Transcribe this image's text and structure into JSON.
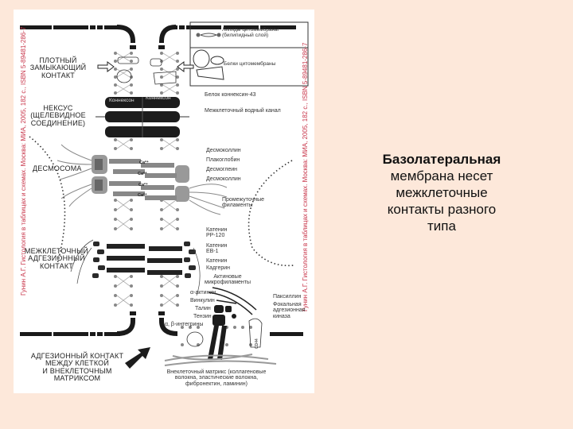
{
  "slide": {
    "background": "#fde8da",
    "caption": {
      "title": "Базолатеральная",
      "lines": [
        "мембрана несет",
        "межклеточные",
        "контакты разного",
        "типа"
      ]
    }
  },
  "figure": {
    "citation_left": "Гунин А.Г. Гистология в таблицах и схемах. Москва: МИА, 2005, 182 с., ISBN 5-89481-286-7",
    "citation_right": "Гунин А.Г. Гистология в таблицах и схемах. Москва: МИА, 2005, 182 с., ISBN 5-89481-286-7",
    "legend": {
      "lipids": "Липиды цитомембраны (билипидный слой)",
      "proteins": "Белки цитомембраны"
    },
    "junctions": {
      "tight": [
        "ПЛОТНЫЙ",
        "ЗАМЫКАЮЩИЙ",
        "КОНТАКТ"
      ],
      "nexus": [
        "НЕКСУС",
        "(ЩЕЛЕВИДНОЕ",
        "СОЕДИНЕНИЕ)"
      ],
      "desmosome": "ДЕСМОСОМА",
      "adhesion": [
        "МЕЖКЛЕТОЧНЫЙ",
        "АДГЕЗИОННЫЙ",
        "КОНТАКТ"
      ],
      "matrix_adhesion": [
        "АДГЕЗИОННЫЙ КОНТАКТ",
        "МЕЖДУ КЛЕТКОЙ",
        "И ВНЕКЛЕТОЧНЫМ",
        "МАТРИКСОМ"
      ]
    },
    "connexon_labels": [
      "Коннексон",
      "Коннексон"
    ],
    "calcium_label": "Ca²⁺",
    "right_labels": {
      "connexin": "Белок коннексин-43",
      "channel": "Межклеточный водный канал",
      "desmocollin1": "Десмоколлин",
      "plakoglobin": "Плакоглобин",
      "desmoglein": "Десмоглеин",
      "desmocollin2": "Десмоколлин",
      "intermediate": [
        "Промежуточные",
        "филаменты"
      ],
      "catenin_p120": [
        "Катенин",
        "PP-120"
      ],
      "catenin_eb1": [
        "Катенин",
        "EB-1"
      ],
      "catenin": "Катенин",
      "cadherin": "Кадгерин",
      "actin": [
        "Актиновые",
        "микрофиламенты"
      ],
      "paxillin": "Паксиллин",
      "fak": [
        "Фокальная",
        "адгезионная",
        "киназа"
      ]
    },
    "focal_labels": {
      "alpha_actinin": "α-актинин",
      "vinculin": "Винкулин",
      "talin": "Талин",
      "tensin": "Тензин",
      "integrins": "α, β-интегрины",
      "cd44": "CD44"
    },
    "matrix_caption": [
      "Внеклеточный матрикс (коллагеновые",
      "волокна, эластические волокна,",
      "фибронектин, ламинин)"
    ]
  }
}
